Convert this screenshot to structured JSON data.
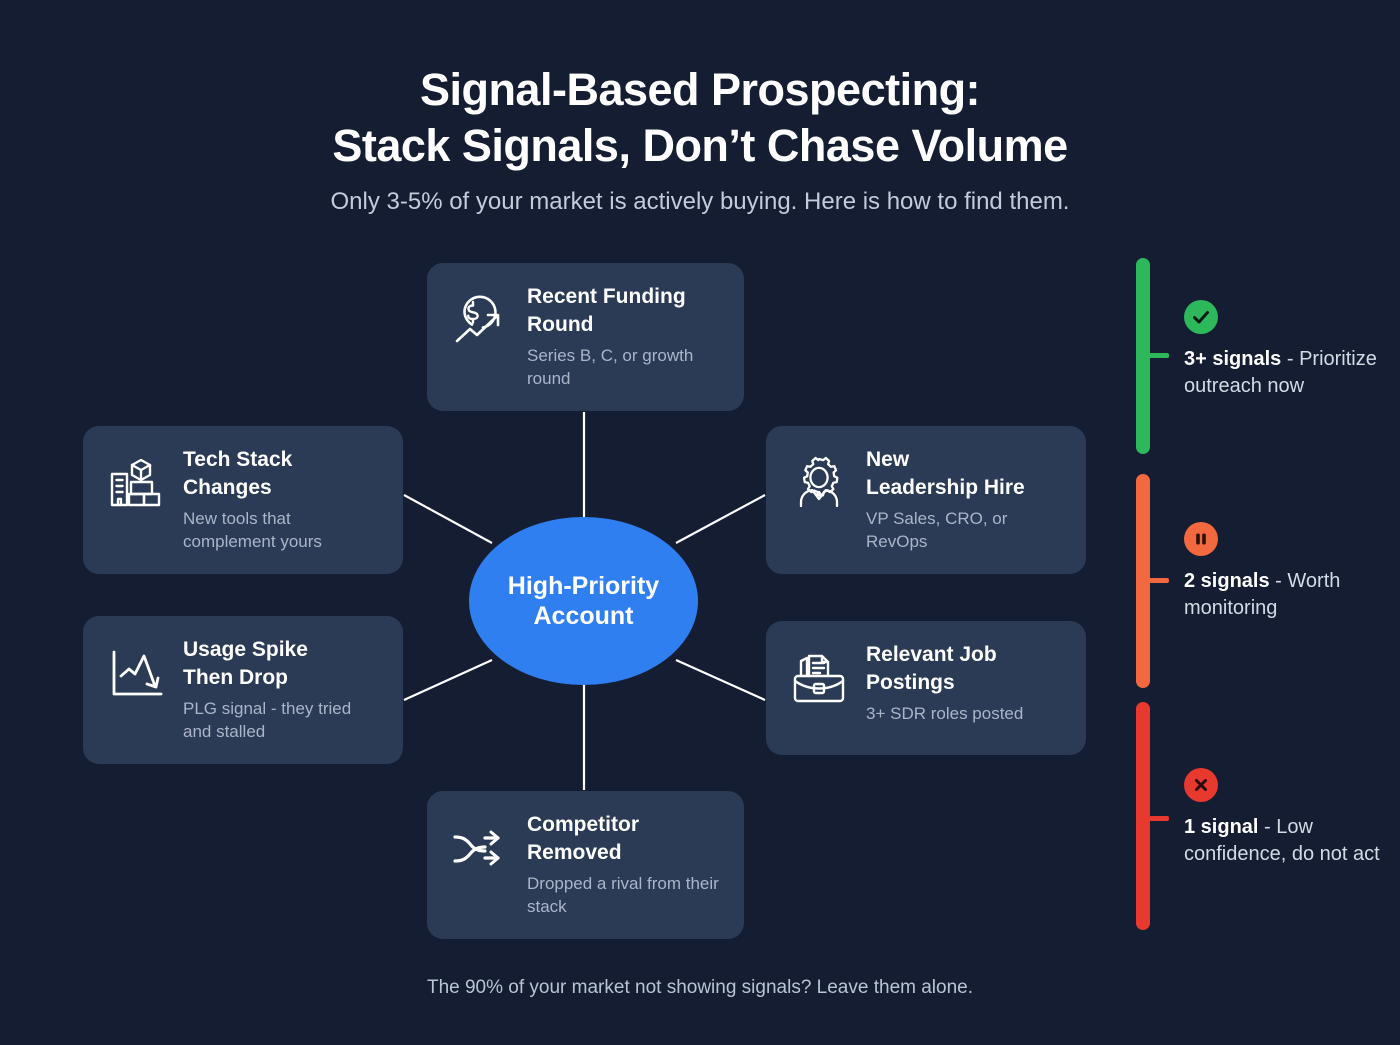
{
  "header": {
    "title_line_1": "Signal-Based Prospecting:",
    "title_line_2": "Stack Signals, Don’t Chase Volume",
    "subtitle": "Only 3-5% of your market is actively buying. Here is how to find them."
  },
  "hub": {
    "label_line_1": "High-Priority",
    "label_line_2": "Account",
    "color": "#2f7ff0"
  },
  "signals": [
    {
      "id": "funding",
      "icon": "dollar-growth-icon",
      "title_line_1": "Recent Funding",
      "title_line_2": "Round",
      "desc": "Series B, C, or growth round"
    },
    {
      "id": "techstack",
      "icon": "stacked-blocks-icon",
      "title_line_1": "Tech Stack",
      "title_line_2": "Changes",
      "desc": "New tools that complement yours"
    },
    {
      "id": "usage",
      "icon": "declining-chart-icon",
      "title_line_1": "Usage Spike",
      "title_line_2": "Then Drop",
      "desc": "PLG signal - they tried and stalled"
    },
    {
      "id": "leadership",
      "icon": "gear-person-icon",
      "title_line_1": "New",
      "title_line_2": "Leadership Hire",
      "desc": "VP Sales, CRO, or RevOps"
    },
    {
      "id": "jobs",
      "icon": "briefcase-documents-icon",
      "title_line_1": "Relevant Job",
      "title_line_2": "Postings",
      "desc": "3+ SDR roles posted"
    },
    {
      "id": "competitor",
      "icon": "shuffle-arrows-icon",
      "title_line_1": "Competitor",
      "title_line_2": "Removed",
      "desc": "Dropped a rival from their stack"
    }
  ],
  "legend": [
    {
      "id": "high",
      "badge_icon": "check-circle-icon",
      "count_label": "3+ signals",
      "separator": " - ",
      "action": "Prioritize outreach now",
      "color": "#2eb85c"
    },
    {
      "id": "medium",
      "badge_icon": "pause-circle-icon",
      "count_label": "2 signals",
      "separator": " - ",
      "action": "Worth monitoring",
      "color": "#f2683f"
    },
    {
      "id": "low",
      "badge_icon": "x-circle-icon",
      "count_label": "1 signal",
      "separator": " - ",
      "action": "Low confidence, do not act",
      "color": "#e8392f"
    }
  ],
  "footer": {
    "note": "The 90% of your market not showing signals? Leave them alone."
  },
  "colors": {
    "background": "#141d31",
    "card": "#2b3a55",
    "hub": "#2f7ff0",
    "title": "#ffffff",
    "subtitle": "#c2ccdb",
    "card_desc": "#aab6c8",
    "high": "#2eb85c",
    "medium": "#f2683f",
    "low": "#e8392f"
  }
}
